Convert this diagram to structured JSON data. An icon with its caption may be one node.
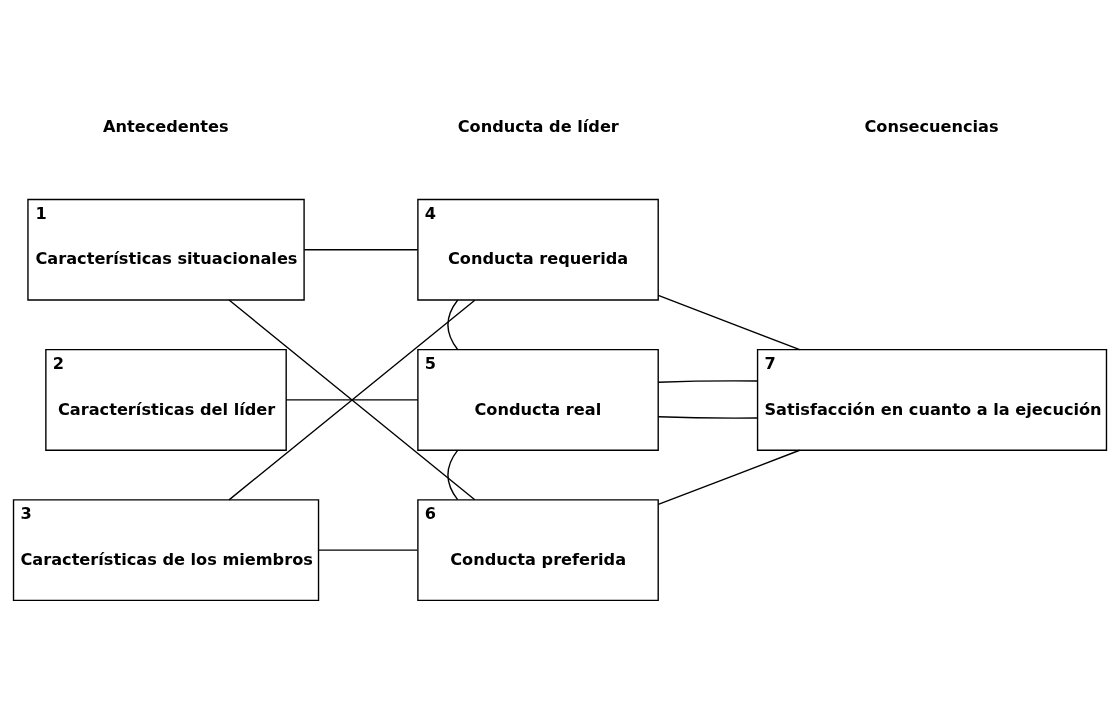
{
  "diagram": {
    "nodes": [
      {
        "text": [
          "1",
          "Características situacionales"
        ]
      },
      {
        "text": [
          "2",
          "Características del líder"
        ]
      },
      {
        "text": [
          "3",
          "Características de los miembros"
        ]
      },
      {
        "text": [
          "4",
          "Conducta requerida"
        ]
      },
      {
        "text": [
          "5",
          "Conducta real"
        ]
      },
      {
        "text": [
          "6",
          "Conducta preferida"
        ]
      },
      {
        "text": [
          "7",
          "Satisfacción en cuanto a la ejecución"
        ]
      }
    ],
    "edges": [
      {
        "from": 0,
        "to": 3,
        "arrow": "none"
      },
      {
        "from": 0,
        "to": 5,
        "arrow": "none"
      },
      {
        "from": 1,
        "to": 4,
        "arrow": "none"
      },
      {
        "from": 2,
        "to": 3,
        "arrow": "none"
      },
      {
        "from": 2,
        "to": 5,
        "arrow": "none"
      },
      {
        "from": 3,
        "to": 4,
        "arrow": "none"
      },
      {
        "from": 4,
        "to": 5,
        "arrow": "none"
      },
      {
        "from": 3,
        "to": 6,
        "arrow": "none"
      },
      {
        "from": 4,
        "to": 6,
        "arrow": "none"
      },
      {
        "from": 4,
        "to": 6,
        "arrow": "none"
      },
      {
        "from": 5,
        "to": 6,
        "arrow": "none"
      }
    ],
    "labels": [
      "Antecedentes",
      "Conducta de líder",
      "Consecuencias"
    ]
  }
}
